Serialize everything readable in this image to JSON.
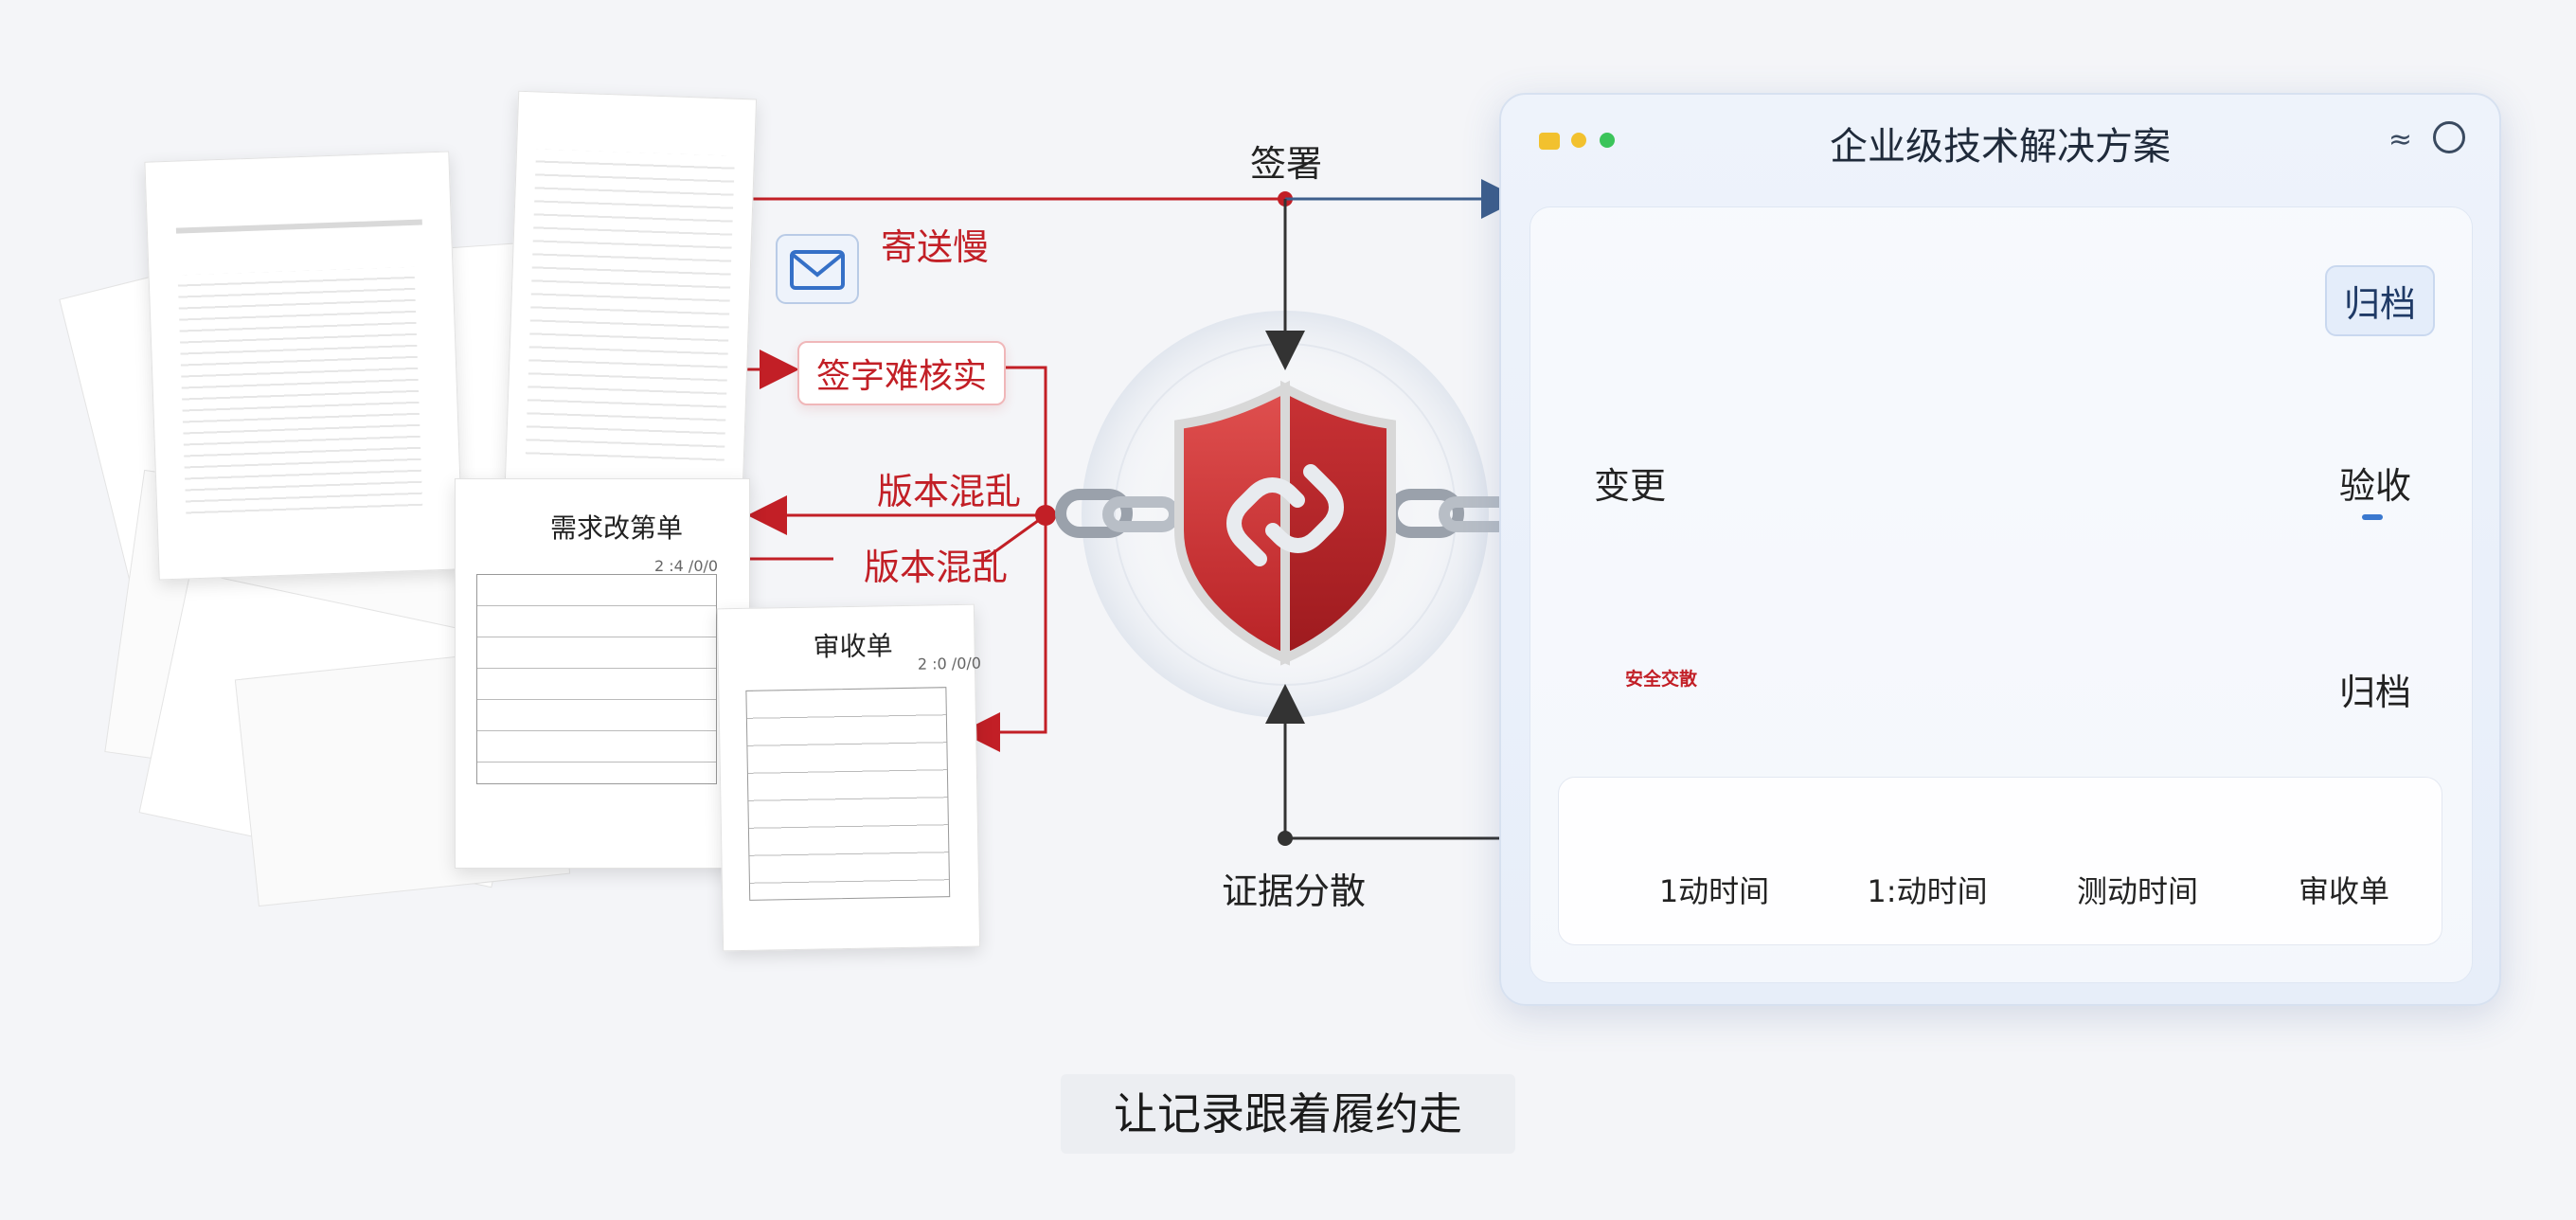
{
  "window": {
    "title": "企业级技术解决方案",
    "traffic_dots": [
      "#f2c12e",
      "#f2c12e",
      "#3bc45a"
    ],
    "icons": [
      "wifi-icon",
      "check-circle-icon"
    ]
  },
  "flow_labels": {
    "sign": "签署",
    "evidence": "证据分散",
    "change": "变更",
    "acceptance": "验收",
    "archive_top": "归档",
    "archive_side": "归档"
  },
  "problems": {
    "slow_delivery": "寄送慢",
    "signature_hard": "签字难核实",
    "version_mess_1": "版本混乱",
    "version_mess_2": "版本混乱"
  },
  "documents": {
    "change_form": {
      "title": "需求改第单",
      "code": "2 :4 /0/0"
    },
    "acceptance_form": {
      "title": "审收单",
      "code": "2 :0 /0/0"
    }
  },
  "stamp": {
    "text": "安全交散"
  },
  "timeline": {
    "steps": [
      {
        "label": "1动时间"
      },
      {
        "label": "1:动时间"
      },
      {
        "label": "测动时间"
      },
      {
        "label": "审收单"
      }
    ]
  },
  "caption": "让记录跟着履约走",
  "colors": {
    "accent_red": "#c21f26",
    "line_blue": "#3d5e8c",
    "window_bg": "#eef3fb"
  }
}
